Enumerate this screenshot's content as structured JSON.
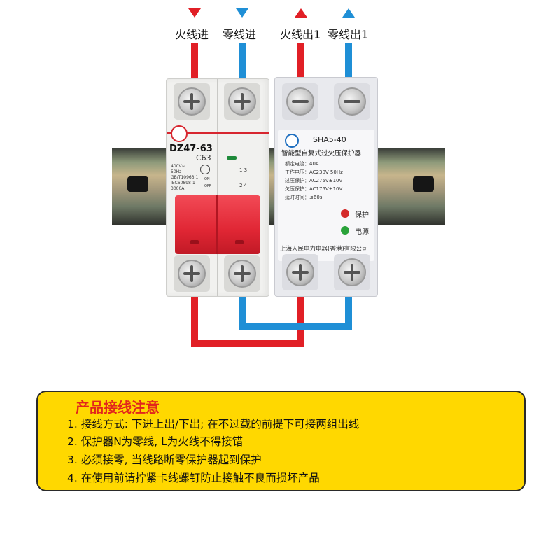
{
  "wire_labels": {
    "live_in": "火线进",
    "neutral_in": "零线进",
    "live_out": "火线出1",
    "neutral_out": "零线出1"
  },
  "breaker": {
    "model": "DZ47-63",
    "rating": "C63",
    "spec_lines": [
      "400V~",
      "50Hz",
      "GB/T10963.1",
      "IEC60898-1",
      "3000A"
    ],
    "on_label": "ON",
    "off_label": "OFF",
    "terminal_top": "1 3",
    "terminal_bottom": "2 4"
  },
  "protector": {
    "model": "SHA5-40",
    "name": "智能型自复式过欠压保护器",
    "specs": [
      "额定电流：40A",
      "工作电压：AC230V 50Hz",
      "过压保护：AC275V±10V",
      "欠压保护：AC175V±10V",
      "延时时间：≤60s"
    ],
    "led_protect_label": "保护",
    "led_power_label": "电源",
    "maker": "上海人民电力电器(香港)有限公司",
    "colors": {
      "protect_led": "#d42a2a",
      "power_led": "#2aa33a"
    }
  },
  "notice": {
    "title": "产品接线注意",
    "lines": [
      "1. 接线方式: 下进上出/下出; 在不过载的前提下可接两组出线",
      "2. 保护器N为零线, L为火线不得接错",
      "3. 必须接零, 当线路断零保护器起到保护",
      "4. 在使用前请拧紧卡线螺钉防止接触不良而损坏产品"
    ]
  },
  "colors": {
    "live_wire": "#e11f26",
    "neutral_wire": "#1f8fd6",
    "notice_bg": "#ffd800",
    "notice_title": "#e2261c"
  }
}
